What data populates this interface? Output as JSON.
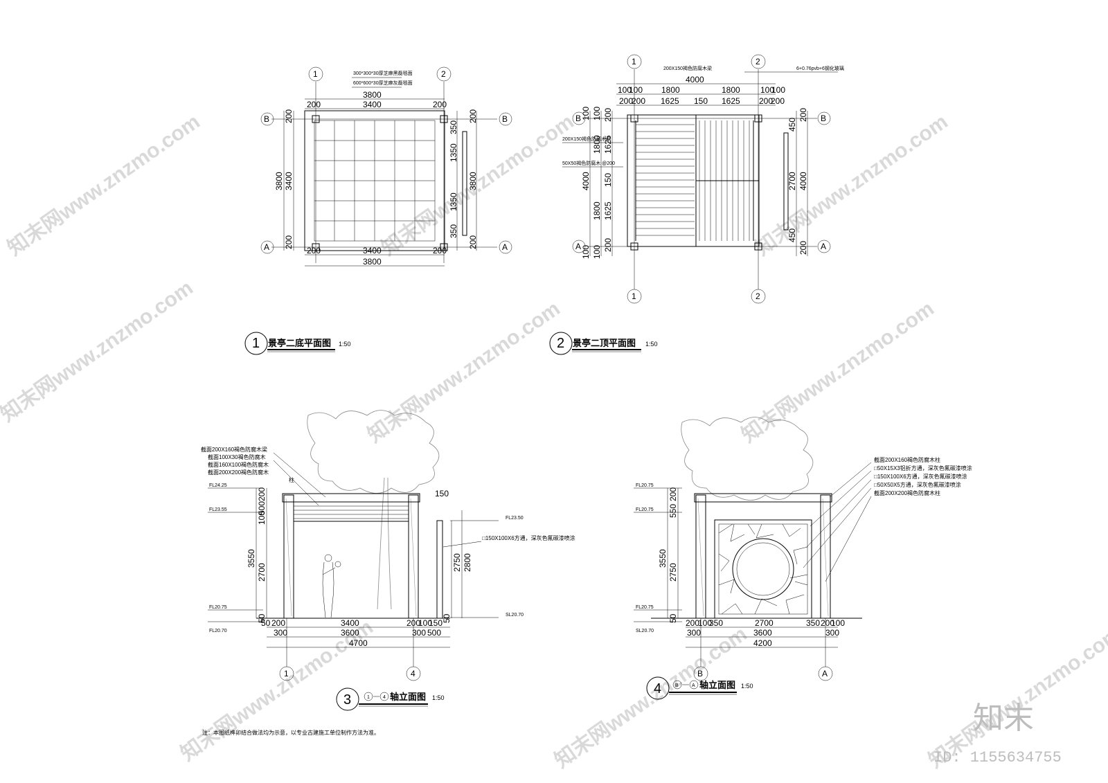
{
  "drawings": {
    "plan1": {
      "number": "1",
      "title": "景亭二底平面图",
      "scale": "1:50",
      "axes": [
        "1",
        "2",
        "A",
        "B"
      ],
      "notes": [
        "300*300*30厚芝麻黑磊毯面",
        "600*600*30厚芝麻灰磊毯面"
      ],
      "dims_top": [
        "200",
        "3800",
        "3400",
        "200"
      ],
      "dims_bottom": [
        "200",
        "3400",
        "200",
        "3800"
      ],
      "dims_left": [
        "200",
        "3800",
        "3400",
        "200"
      ],
      "dims_right": [
        "200",
        "350",
        "1350",
        "3800",
        "1350",
        "350",
        "200"
      ]
    },
    "plan2": {
      "number": "2",
      "title": "景亭二顶平面图",
      "scale": "1:50",
      "axes": [
        "1",
        "2",
        "A",
        "B"
      ],
      "notes_top": [
        "200X150褐色防腐木梁",
        "6+0.76pvb+6钢化玻璃"
      ],
      "notes_left": [
        "200X150褐色防腐木梁",
        "50X50褐色防腐木 @200"
      ],
      "dims_top": [
        "4000",
        "100",
        "100",
        "1800",
        "1800",
        "100",
        "100",
        "200",
        "200",
        "1625",
        "150",
        "1625",
        "200",
        "200"
      ],
      "dims_left": [
        "100",
        "100",
        "200",
        "1625",
        "1800",
        "4000",
        "150",
        "1625",
        "1800",
        "200",
        "100",
        "100"
      ],
      "dims_right": [
        "200",
        "450",
        "2700",
        "4000",
        "450",
        "200"
      ]
    },
    "elev3": {
      "number": "3",
      "axis_from": "1",
      "axis_to": "4",
      "title": "轴立面图",
      "scale": "1:50",
      "axes": [
        "1",
        "4"
      ],
      "levels": [
        "FL24.25",
        "FL23.55",
        "FL20.75",
        "FL20.70",
        "FL23.50",
        "SL20.70"
      ],
      "notes": [
        "截面200X160褐色防腐木梁",
        "截面100X30褐色防腐木",
        "截面160X100褐色防腐木",
        "截面200X200褐色防腐木",
        "柱",
        "□150X100X6方通，深灰色氟碳漆喷涂"
      ],
      "dims_vertical": [
        "200",
        "500",
        "100",
        "3550",
        "2700",
        "50",
        "150",
        "2750",
        "2800",
        "50"
      ],
      "dims_bottom": [
        "200",
        "3400",
        "200",
        "100",
        "150",
        "50",
        "300",
        "3600",
        "300",
        "500",
        "4700"
      ]
    },
    "elev4": {
      "number": "4",
      "axis_from": "B",
      "axis_to": "A",
      "title": "轴立面图",
      "scale": "1:50",
      "axes": [
        "B",
        "A"
      ],
      "levels": [
        "FL20.75",
        "FL20.75",
        "FL20.75",
        "SL20.70"
      ],
      "notes": [
        "截面200X160褐色防腐木柱",
        "□50X15X3铝折方通，深灰色氟碳漆喷涂",
        "□150X100X6方通，深灰色氟碳漆喷涂",
        "□50X50X5方通，深灰色氟碳漆喷涂",
        "截面200X200褐色防腐木柱"
      ],
      "dims_vertical": [
        "200",
        "550",
        "3550",
        "2750",
        "50"
      ],
      "dims_bottom": [
        "200",
        "100",
        "350",
        "2700",
        "350",
        "200",
        "100",
        "300",
        "3600",
        "300",
        "4200"
      ]
    }
  },
  "footnote": "注：本图纸榫卯结合做法均为示意，以专业古建施工单位制作方法为准。",
  "watermark": {
    "text": "知末网www.znzmo.com",
    "brand": "知末",
    "id": "ID: 1155634755"
  }
}
